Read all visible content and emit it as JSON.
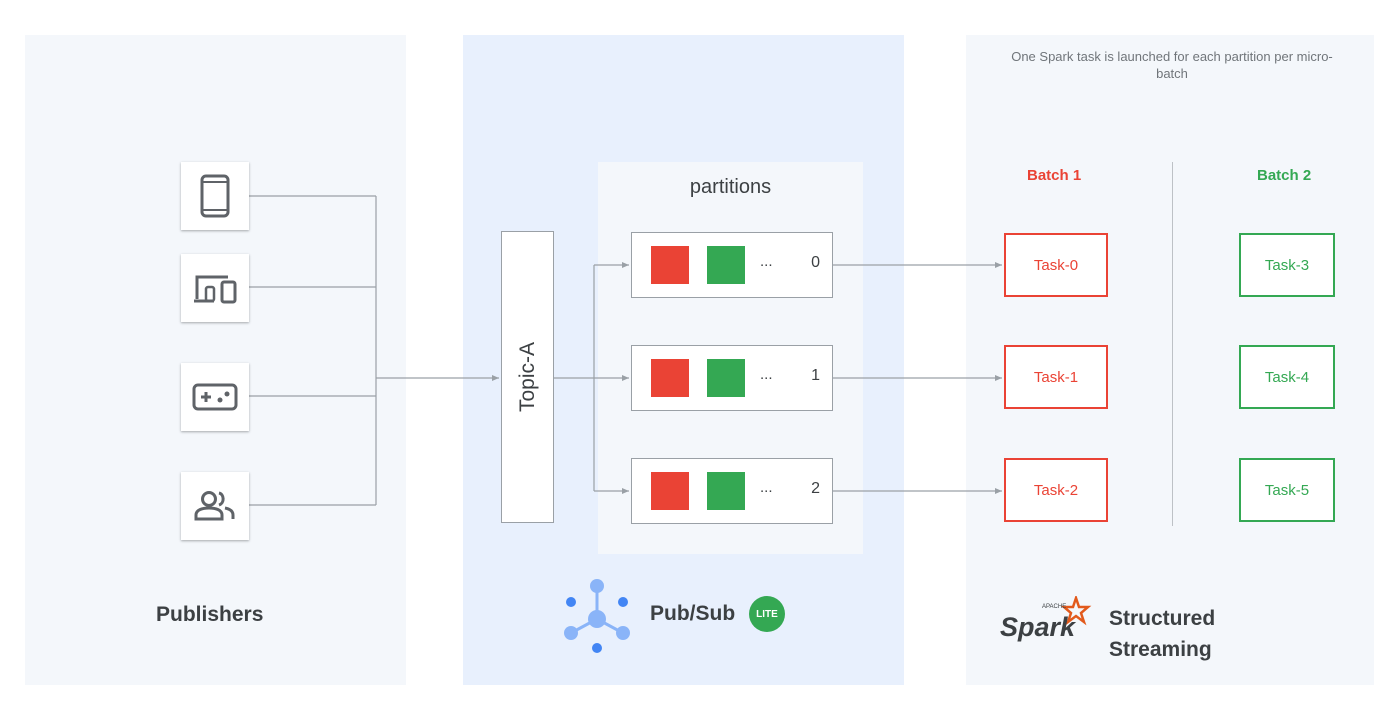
{
  "publishers": {
    "title": "Publishers",
    "devices": [
      {
        "icon": "smartphone-icon"
      },
      {
        "icon": "devices-icon"
      },
      {
        "icon": "gamepad-icon"
      },
      {
        "icon": "users-icon"
      }
    ]
  },
  "pubsub": {
    "topic_label": "Topic-A",
    "partitions_title": "partitions",
    "partitions": [
      {
        "index": "0",
        "ellipsis": "..."
      },
      {
        "index": "1",
        "ellipsis": "..."
      },
      {
        "index": "2",
        "ellipsis": "..."
      }
    ],
    "title": "Pub/Sub",
    "badge": "LITE",
    "logo_icon": "pubsub-logo-icon"
  },
  "spark": {
    "note": "One Spark task is launched for each partition per micro-batch",
    "batch1_label": "Batch 1",
    "batch2_label": "Batch 2",
    "batch1_tasks": [
      "Task-0",
      "Task-1",
      "Task-2"
    ],
    "batch2_tasks": [
      "Task-3",
      "Task-4",
      "Task-5"
    ],
    "logo_apache": "APACHE",
    "logo_text": "Spark",
    "title_line1": "Structured",
    "title_line2": "Streaming"
  },
  "colors": {
    "red": "#ea4335",
    "green": "#34a853",
    "blue_logo": "#4285f4",
    "connector": "#9aa0a6"
  }
}
